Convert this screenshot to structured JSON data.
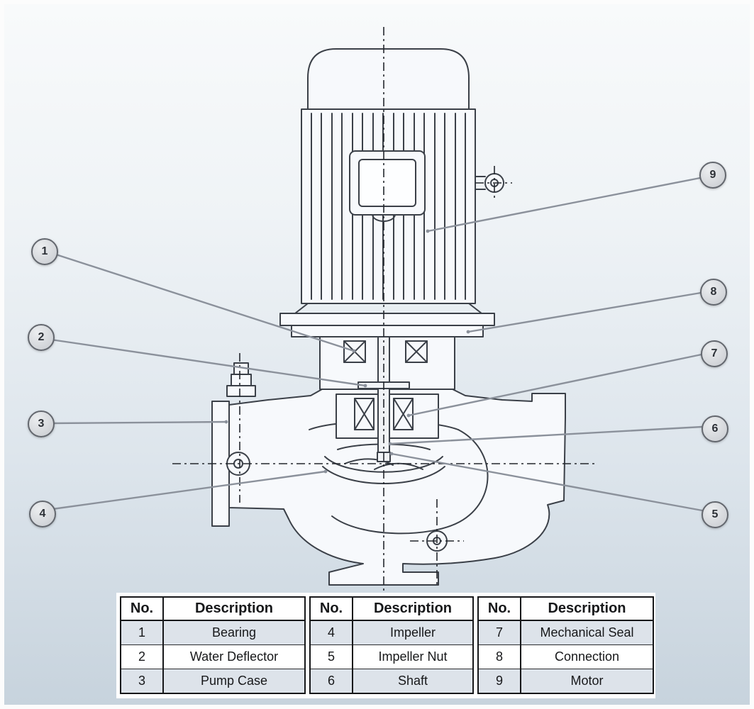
{
  "callouts": [
    {
      "label": "1"
    },
    {
      "label": "2"
    },
    {
      "label": "3"
    },
    {
      "label": "4"
    },
    {
      "label": "5"
    },
    {
      "label": "6"
    },
    {
      "label": "7"
    },
    {
      "label": "8"
    },
    {
      "label": "9"
    }
  ],
  "tables": [
    {
      "headers": {
        "no": "No.",
        "description": "Description"
      },
      "rows": [
        {
          "no": "1",
          "description": "Bearing"
        },
        {
          "no": "2",
          "description": "Water Deflector"
        },
        {
          "no": "3",
          "description": "Pump Case"
        }
      ]
    },
    {
      "headers": {
        "no": "No.",
        "description": "Description"
      },
      "rows": [
        {
          "no": "4",
          "description": "Impeller"
        },
        {
          "no": "5",
          "description": "Impeller Nut"
        },
        {
          "no": "6",
          "description": "Shaft"
        }
      ]
    },
    {
      "headers": {
        "no": "No.",
        "description": "Description"
      },
      "rows": [
        {
          "no": "7",
          "description": "Mechanical Seal"
        },
        {
          "no": "8",
          "description": "Connection"
        },
        {
          "no": "9",
          "description": "Motor"
        }
      ]
    }
  ],
  "colors": {
    "drawing_line": "#3b4048",
    "leader_line": "#8b919b",
    "callout_fill": "#d4d7db",
    "row_shade": "#dde3ea"
  }
}
